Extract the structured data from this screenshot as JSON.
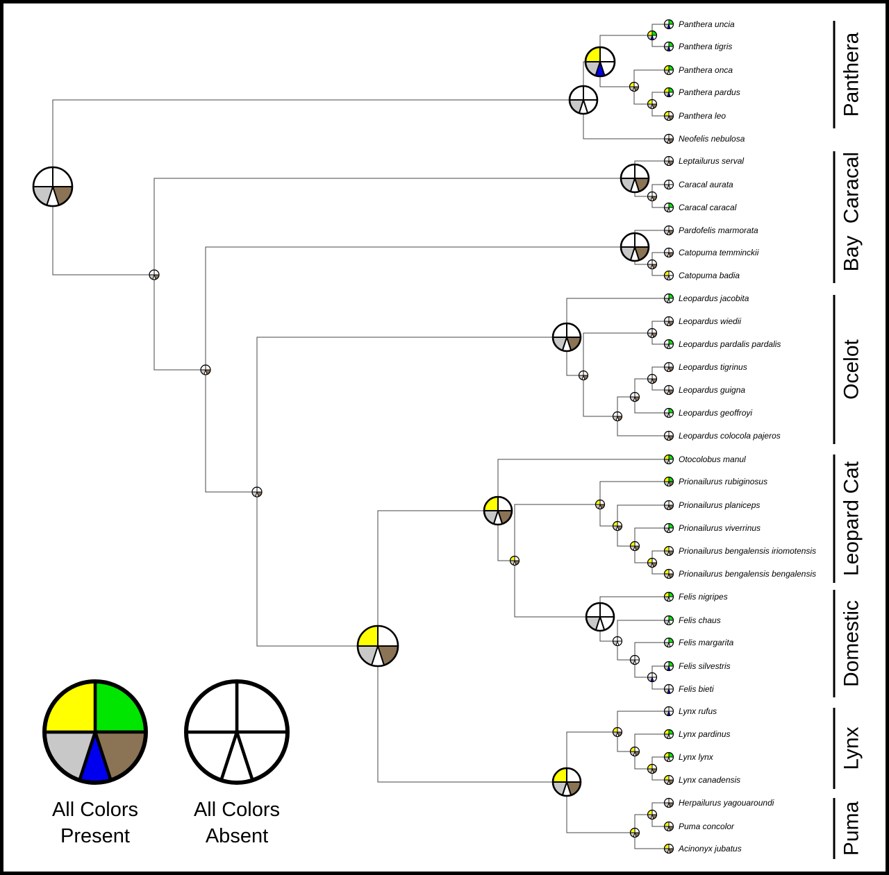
{
  "colors": {
    "green": "#00e600",
    "brown": "#8b7355",
    "blue": "#0000ee",
    "gray": "#c8c8c8",
    "yellow": "#ffff00",
    "white": "#ffffff"
  },
  "slice_order": [
    "green",
    "brown",
    "blue",
    "gray",
    "yellow"
  ],
  "leaves": [
    {
      "name": "Panthera uncia",
      "state": [
        "green",
        "white",
        "blue",
        "gray",
        "white"
      ]
    },
    {
      "name": "Panthera tigris",
      "state": [
        "green",
        "white",
        "blue",
        "gray",
        "white"
      ]
    },
    {
      "name": "Panthera onca",
      "state": [
        "green",
        "white",
        "white",
        "gray",
        "yellow"
      ]
    },
    {
      "name": "Panthera pardus",
      "state": [
        "green",
        "white",
        "blue",
        "gray",
        "yellow"
      ]
    },
    {
      "name": "Panthera leo",
      "state": [
        "white",
        "brown",
        "white",
        "gray",
        "yellow"
      ]
    },
    {
      "name": "Neofelis nebulosa",
      "state": [
        "white",
        "brown",
        "white",
        "gray",
        "white"
      ]
    },
    {
      "name": "Leptailurus serval",
      "state": [
        "white",
        "brown",
        "white",
        "gray",
        "white"
      ]
    },
    {
      "name": "Caracal aurata",
      "state": [
        "white",
        "white",
        "white",
        "gray",
        "white"
      ]
    },
    {
      "name": "Caracal caracal",
      "state": [
        "green",
        "white",
        "white",
        "gray",
        "white"
      ]
    },
    {
      "name": "Pardofelis marmorata",
      "state": [
        "white",
        "brown",
        "white",
        "gray",
        "white"
      ]
    },
    {
      "name": "Catopuma temminckii",
      "state": [
        "white",
        "brown",
        "white",
        "gray",
        "white"
      ]
    },
    {
      "name": "Catopuma badia",
      "state": [
        "white",
        "white",
        "white",
        "gray",
        "yellow"
      ]
    },
    {
      "name": "Leopardus jacobita",
      "state": [
        "green",
        "white",
        "white",
        "gray",
        "white"
      ]
    },
    {
      "name": "Leopardus wiedii",
      "state": [
        "white",
        "brown",
        "white",
        "gray",
        "white"
      ]
    },
    {
      "name": "Leopardus pardalis pardalis",
      "state": [
        "green",
        "white",
        "white",
        "gray",
        "white"
      ]
    },
    {
      "name": "Leopardus tigrinus",
      "state": [
        "white",
        "brown",
        "white",
        "gray",
        "white"
      ]
    },
    {
      "name": "Leopardus guigna",
      "state": [
        "white",
        "brown",
        "white",
        "gray",
        "white"
      ]
    },
    {
      "name": "Leopardus geoffroyi",
      "state": [
        "green",
        "white",
        "white",
        "gray",
        "white"
      ]
    },
    {
      "name": "Leopardus colocola pajeros",
      "state": [
        "white",
        "brown",
        "white",
        "gray",
        "white"
      ]
    },
    {
      "name": "Otocolobus manul",
      "state": [
        "green",
        "white",
        "white",
        "gray",
        "yellow"
      ]
    },
    {
      "name": "Prionailurus rubiginosus",
      "state": [
        "green",
        "brown",
        "white",
        "gray",
        "yellow"
      ]
    },
    {
      "name": "Prionailurus planiceps",
      "state": [
        "white",
        "brown",
        "white",
        "gray",
        "white"
      ]
    },
    {
      "name": "Prionailurus viverrinus",
      "state": [
        "green",
        "white",
        "white",
        "gray",
        "white"
      ]
    },
    {
      "name": "Prionailurus bengalensis iriomotensis",
      "state": [
        "white",
        "brown",
        "white",
        "gray",
        "yellow"
      ]
    },
    {
      "name": "Prionailurus bengalensis bengalensis",
      "state": [
        "white",
        "brown",
        "white",
        "gray",
        "yellow"
      ]
    },
    {
      "name": "Felis nigripes",
      "state": [
        "green",
        "white",
        "white",
        "gray",
        "yellow"
      ]
    },
    {
      "name": "Felis chaus",
      "state": [
        "green",
        "white",
        "white",
        "gray",
        "white"
      ]
    },
    {
      "name": "Felis margarita",
      "state": [
        "green",
        "white",
        "white",
        "gray",
        "white"
      ]
    },
    {
      "name": "Felis silvestris",
      "state": [
        "green",
        "white",
        "blue",
        "gray",
        "white"
      ]
    },
    {
      "name": "Felis bieti",
      "state": [
        "white",
        "white",
        "blue",
        "gray",
        "white"
      ]
    },
    {
      "name": "Lynx rufus",
      "state": [
        "white",
        "white",
        "blue",
        "gray",
        "white"
      ]
    },
    {
      "name": "Lynx pardinus",
      "state": [
        "green",
        "white",
        "white",
        "gray",
        "yellow"
      ]
    },
    {
      "name": "Lynx lynx",
      "state": [
        "green",
        "white",
        "white",
        "gray",
        "yellow"
      ]
    },
    {
      "name": "Lynx canadensis",
      "state": [
        "white",
        "brown",
        "white",
        "gray",
        "yellow"
      ]
    },
    {
      "name": "Herpailurus yagouaroundi",
      "state": [
        "white",
        "brown",
        "white",
        "gray",
        "white"
      ]
    },
    {
      "name": "Puma concolor",
      "state": [
        "white",
        "brown",
        "white",
        "gray",
        "yellow"
      ]
    },
    {
      "name": "Acinonyx jubatus",
      "state": [
        "white",
        "brown",
        "white",
        "gray",
        "yellow"
      ]
    }
  ],
  "clades": [
    {
      "name": "Panthera"
    },
    {
      "name": "Caracal"
    },
    {
      "name": "Bay"
    },
    {
      "name": "Ocelot"
    },
    {
      "name": "Leopard Cat"
    },
    {
      "name": "Domestic"
    },
    {
      "name": "Lynx"
    },
    {
      "name": "Puma"
    }
  ],
  "internal_nodes": [
    {
      "id": "root",
      "state": [
        "white",
        "brown",
        "white",
        "gray",
        "white"
      ]
    },
    {
      "id": "panthera-clade",
      "state": [
        "white",
        "white",
        "white",
        "gray",
        "white"
      ]
    },
    {
      "id": "panthera-core",
      "state": [
        "white",
        "white",
        "blue",
        "gray",
        "yellow"
      ]
    },
    {
      "id": "uncia-tigris",
      "state": [
        "green",
        "white",
        "blue",
        "gray",
        "yellow"
      ]
    },
    {
      "id": "onca-pardus-leo",
      "state": [
        "white",
        "brown",
        "white",
        "gray",
        "yellow"
      ]
    },
    {
      "id": "pardus-leo",
      "state": [
        "white",
        "brown",
        "white",
        "gray",
        "yellow"
      ]
    },
    {
      "id": "non-panthera",
      "state": [
        "white",
        "brown",
        "white",
        "gray",
        "white"
      ]
    },
    {
      "id": "caracal-clade",
      "state": [
        "white",
        "brown",
        "white",
        "gray",
        "white"
      ]
    },
    {
      "id": "caracal-pair",
      "state": [
        "white",
        "brown",
        "white",
        "gray",
        "white"
      ]
    },
    {
      "id": "bay-plus",
      "state": [
        "white",
        "brown",
        "white",
        "gray",
        "white"
      ]
    },
    {
      "id": "bay-clade",
      "state": [
        "white",
        "brown",
        "white",
        "gray",
        "white"
      ]
    },
    {
      "id": "catopuma-pair",
      "state": [
        "white",
        "brown",
        "white",
        "gray",
        "white"
      ]
    },
    {
      "id": "ocelot-plus",
      "state": [
        "white",
        "brown",
        "white",
        "gray",
        "white"
      ]
    },
    {
      "id": "ocelot-clade",
      "state": [
        "white",
        "brown",
        "white",
        "gray",
        "white"
      ]
    },
    {
      "id": "ocelot-inner",
      "state": [
        "white",
        "brown",
        "white",
        "gray",
        "white"
      ]
    },
    {
      "id": "wiedii-pardalis",
      "state": [
        "white",
        "brown",
        "white",
        "gray",
        "white"
      ]
    },
    {
      "id": "tigrinus-group",
      "state": [
        "white",
        "brown",
        "white",
        "gray",
        "white"
      ]
    },
    {
      "id": "tigrinus-geoffroyi",
      "state": [
        "white",
        "brown",
        "white",
        "gray",
        "white"
      ]
    },
    {
      "id": "tigrinus-guigna",
      "state": [
        "white",
        "brown",
        "white",
        "gray",
        "white"
      ]
    },
    {
      "id": "felinae-rest",
      "state": [
        "white",
        "brown",
        "white",
        "gray",
        "yellow"
      ]
    },
    {
      "id": "leopard-domestic",
      "state": [
        "white",
        "brown",
        "white",
        "gray",
        "yellow"
      ]
    },
    {
      "id": "leopard-cat-clade",
      "state": [
        "white",
        "brown",
        "white",
        "gray",
        "yellow"
      ]
    },
    {
      "id": "prionailurus",
      "state": [
        "white",
        "brown",
        "white",
        "gray",
        "yellow"
      ]
    },
    {
      "id": "prionailurus-inner",
      "state": [
        "white",
        "brown",
        "white",
        "gray",
        "yellow"
      ]
    },
    {
      "id": "viverrinus-group",
      "state": [
        "white",
        "brown",
        "white",
        "gray",
        "yellow"
      ]
    },
    {
      "id": "bengalensis",
      "state": [
        "white",
        "brown",
        "white",
        "gray",
        "yellow"
      ]
    },
    {
      "id": "domestic-clade",
      "state": [
        "white",
        "white",
        "white",
        "gray",
        "white"
      ]
    },
    {
      "id": "felis-chaus-plus",
      "state": [
        "white",
        "white",
        "white",
        "gray",
        "white"
      ]
    },
    {
      "id": "felis-margarita-plus",
      "state": [
        "white",
        "white",
        "white",
        "gray",
        "white"
      ]
    },
    {
      "id": "silvestris-bieti",
      "state": [
        "white",
        "white",
        "blue",
        "gray",
        "white"
      ]
    },
    {
      "id": "lynx-puma",
      "state": [
        "white",
        "brown",
        "white",
        "gray",
        "yellow"
      ]
    },
    {
      "id": "lynx-clade",
      "state": [
        "white",
        "brown",
        "white",
        "gray",
        "yellow"
      ]
    },
    {
      "id": "lynx-inner",
      "state": [
        "white",
        "brown",
        "white",
        "gray",
        "yellow"
      ]
    },
    {
      "id": "lynx-canadensis-pair",
      "state": [
        "white",
        "brown",
        "white",
        "gray",
        "yellow"
      ]
    },
    {
      "id": "puma-clade",
      "state": [
        "white",
        "brown",
        "white",
        "gray",
        "yellow"
      ]
    },
    {
      "id": "puma-pair",
      "state": [
        "white",
        "brown",
        "white",
        "gray",
        "yellow"
      ]
    }
  ],
  "legend": {
    "present": {
      "line1": "All Colors",
      "line2": "Present",
      "state": [
        "green",
        "brown",
        "blue",
        "gray",
        "yellow"
      ]
    },
    "absent": {
      "line1": "All Colors",
      "line2": "Absent",
      "state": [
        "white",
        "white",
        "white",
        "white",
        "white"
      ]
    }
  }
}
